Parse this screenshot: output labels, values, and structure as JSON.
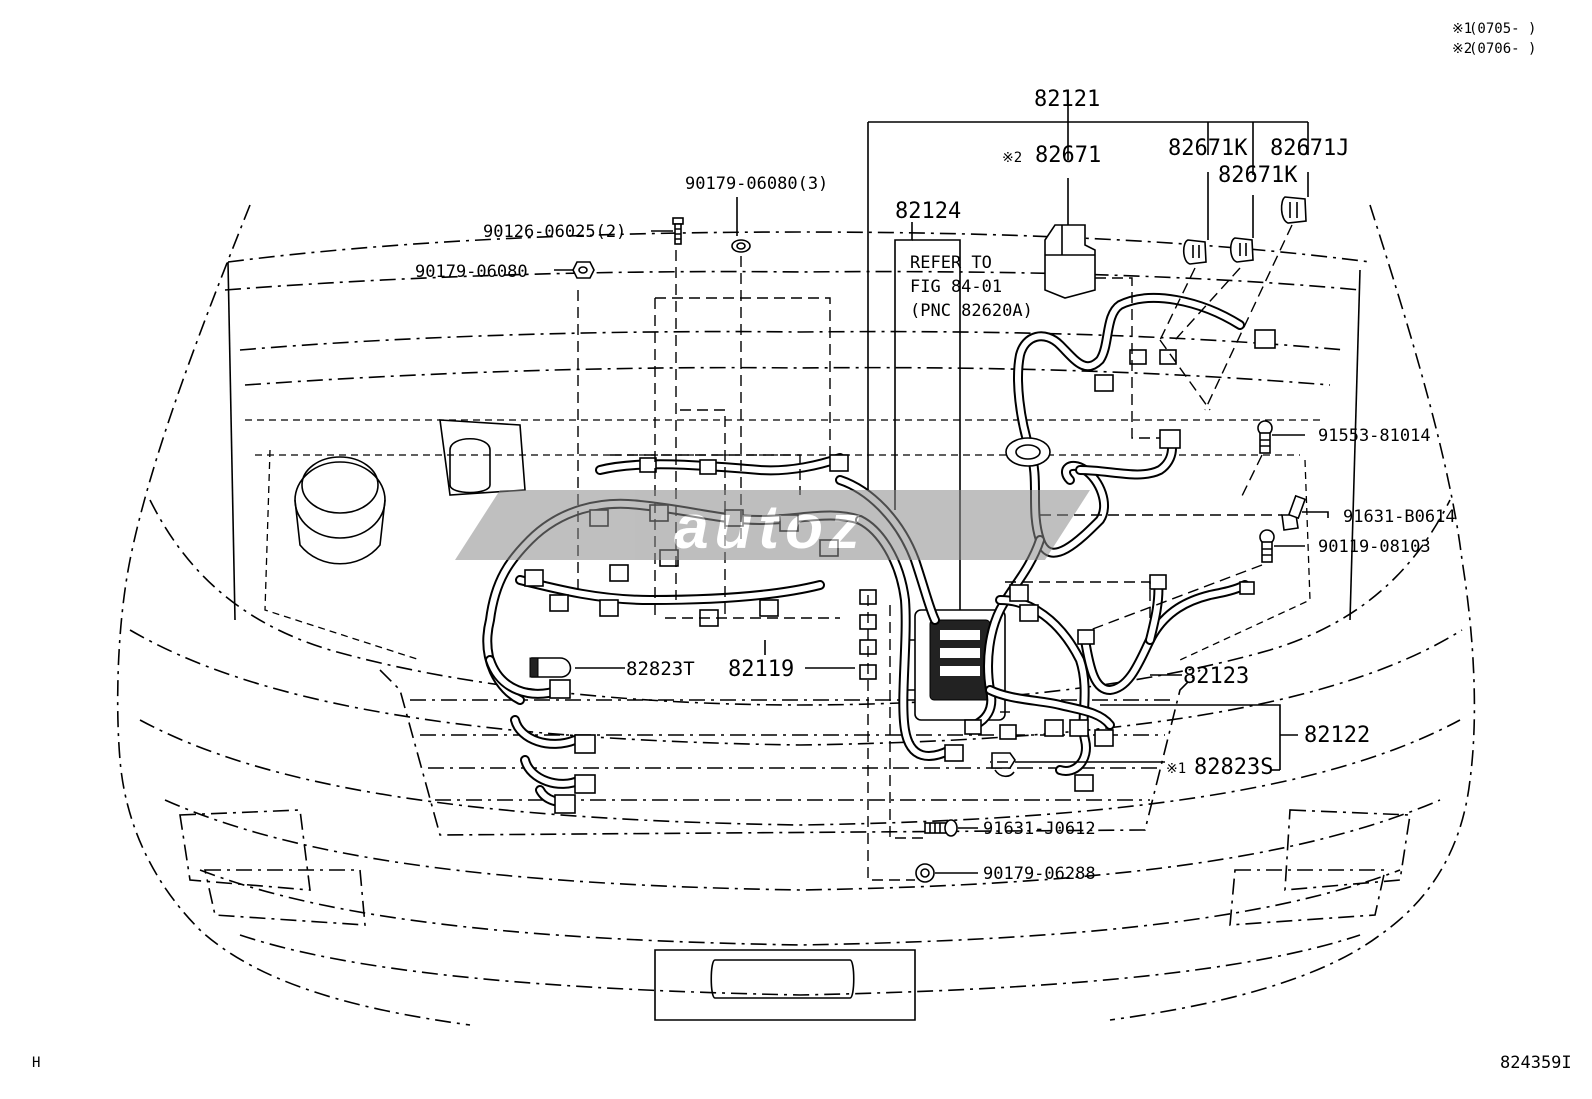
{
  "notes": [
    {
      "mark": "※1",
      "text": "(0705-    )"
    },
    {
      "mark": "※2",
      "text": "(0706-    )"
    }
  ],
  "watermark": "autoz",
  "footer": {
    "left": "H",
    "right": "824359I"
  },
  "reference": {
    "line1": "REFER TO",
    "line2": "FIG 84-01",
    "line3": "(PNC 82620A)"
  },
  "parts": {
    "p82121": "82121",
    "p82671_mark": "※2",
    "p82671": "82671",
    "p82671K_a": "82671K",
    "p82671K_b": "82671K",
    "p82671J": "82671J",
    "p82124": "82124",
    "p90179_06080_3": "90179-06080(3)",
    "p90126_06025_2": "90126-06025(2)",
    "p90179_06080": "90179-06080",
    "p91553_81014": "91553-81014",
    "p91631_B0614": "91631-B0614",
    "p90119_08103": "90119-08103",
    "p82823T": "82823T",
    "p82119": "82119",
    "p82123": "82123",
    "p82122": "82122",
    "p82823S_mark": "※1",
    "p82823S": "82823S",
    "p91631_J0612": "91631-J0612",
    "p90179_06288": "90179-06288"
  }
}
